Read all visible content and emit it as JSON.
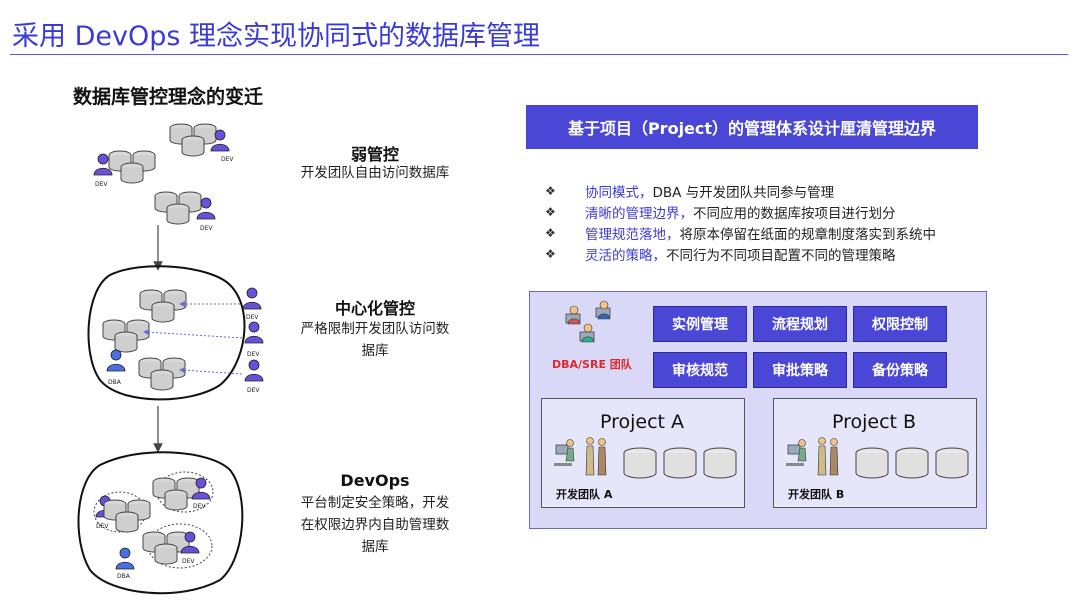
{
  "page": {
    "title": "采用 DevOps 理念实现协同式的数据库管理",
    "subhead": "数据库管控理念的变迁"
  },
  "stages": [
    {
      "title": "弱管控",
      "desc": "开发团队自由访问数据库"
    },
    {
      "title": "中心化管控",
      "desc_lines": [
        "严格限制开发团队访问数",
        "据库"
      ]
    },
    {
      "title": "DevOps",
      "desc_lines": [
        "平台制定安全策略，开发",
        "在权限边界内自助管理数",
        "据库"
      ]
    }
  ],
  "diagram_labels": {
    "dev": "DEV",
    "dba": "DBA"
  },
  "banner": "基于项目（Project）的管理体系设计厘清管理边界",
  "bullets": [
    {
      "highlight": "协同模式，",
      "rest": "DBA 与开发团队共同参与管理"
    },
    {
      "highlight": "清晰的管理边界，",
      "rest": "不同应用的数据库按项目进行划分"
    },
    {
      "highlight": "管理规范落地，",
      "rest": "将原本停留在纸面的规章制度落实到系统中"
    },
    {
      "highlight": "灵活的策略，",
      "rest": "不同行为不同项目配置不同的管理策略"
    }
  ],
  "platform": {
    "team_label": "DBA/SRE 团队",
    "functions": [
      "实例管理",
      "流程规划",
      "权限控制",
      "审核规范",
      "审批策略",
      "备份策略"
    ],
    "projects": [
      {
        "title": "Project A",
        "team": "开发团队 A"
      },
      {
        "title": "Project B",
        "team": "开发团队 B"
      }
    ]
  },
  "colors": {
    "accent": "#4a47d6",
    "title": "#3a3ad6",
    "dba_label": "#e0262b",
    "platform_bg": "#d9d9f7"
  }
}
